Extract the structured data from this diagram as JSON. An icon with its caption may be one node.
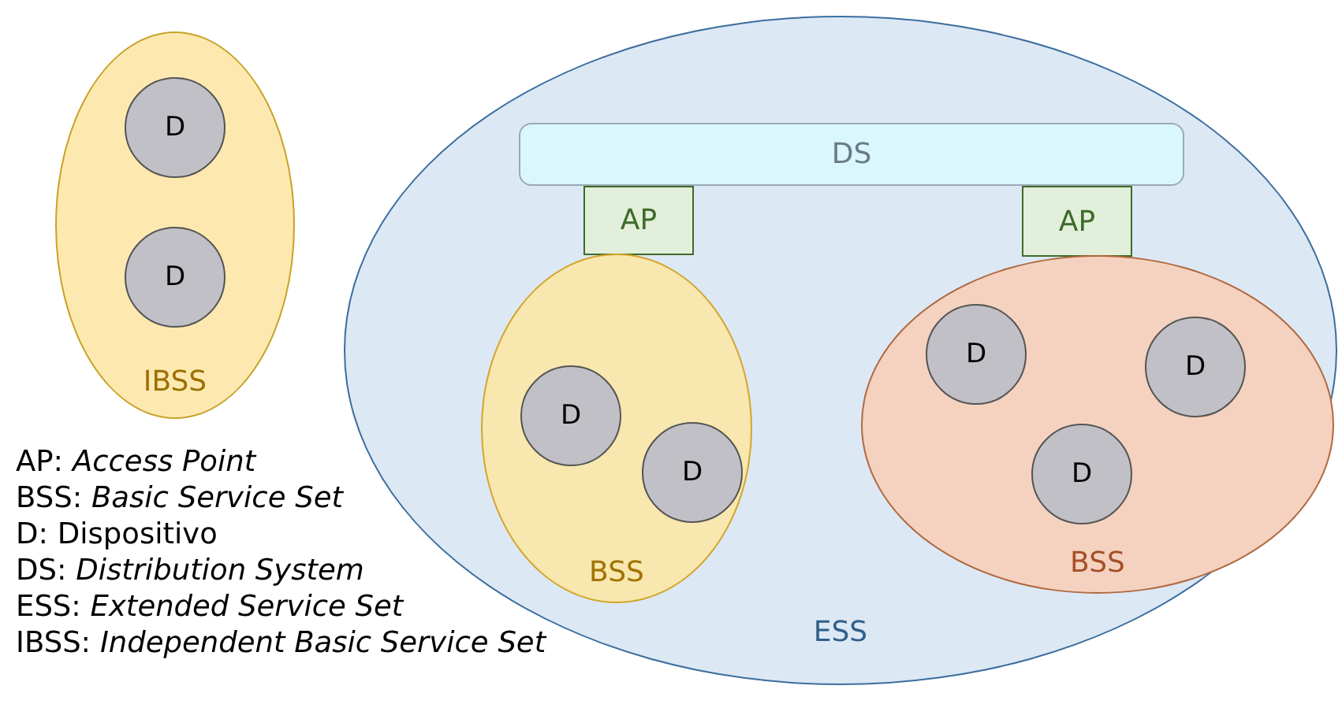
{
  "diagram": {
    "nodes": [
      {
        "text": [
          "IBSS"
        ]
      },
      {
        "text": [
          "D"
        ],
        "in": 0
      },
      {
        "text": [
          "D"
        ],
        "in": 0
      },
      {
        "text": [
          "ESS"
        ]
      },
      {
        "text": [
          "DS"
        ],
        "in": 3
      },
      {
        "text": [
          "AP"
        ],
        "in": 3
      },
      {
        "text": [
          "AP"
        ],
        "in": 3
      },
      {
        "text": [
          "BSS"
        ],
        "in": 3
      },
      {
        "text": [
          "D"
        ],
        "in": 7
      },
      {
        "text": [
          "D"
        ],
        "in": 7
      },
      {
        "text": [
          "BSS"
        ],
        "in": 3
      },
      {
        "text": [
          "D"
        ],
        "in": 10
      },
      {
        "text": [
          "D"
        ],
        "in": 10
      },
      {
        "text": [
          "D"
        ],
        "in": 10
      }
    ],
    "labels": [
      "AP: *Access Point*",
      "BSS: *Basic Service Set*",
      "D: Dispositivo",
      "DS: *Distribution System*",
      "ESS: *Extended Service Set*",
      "IBSS: *Independent Basic Service Set*"
    ]
  }
}
